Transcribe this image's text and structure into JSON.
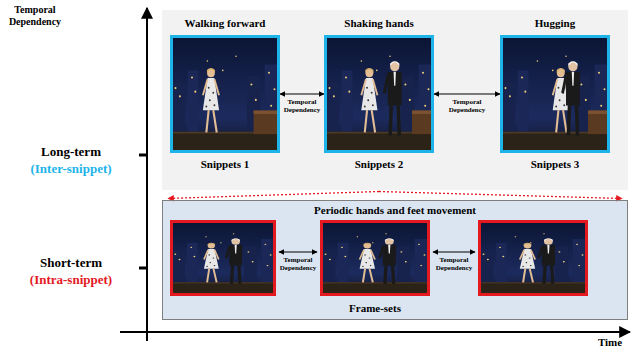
{
  "diagram": {
    "nodes": [
      {
        "text": [
          "Walking forward",
          "Snippets 1"
        ]
      },
      {
        "text": [
          "Shaking hands",
          "Snippets 2"
        ]
      },
      {
        "text": [
          "Hugging",
          "Snippets 3"
        ]
      },
      {
        "text": [
          "Periodic hands and feet movement",
          "Frame-sets"
        ]
      }
    ],
    "edges": [
      {
        "from": 0,
        "to": 1,
        "arrow": "both",
        "label": "Temporal Dependency"
      },
      {
        "from": 1,
        "to": 2,
        "arrow": "both",
        "label": "Temporal Dependency"
      }
    ],
    "labels": [
      "Temporal Dependency",
      "Long-term",
      "(Inter-snippet)",
      "Short-term",
      "(Intra-snippet)",
      "Temporal Dependency",
      "Temporal Dependency",
      "Time"
    ]
  }
}
